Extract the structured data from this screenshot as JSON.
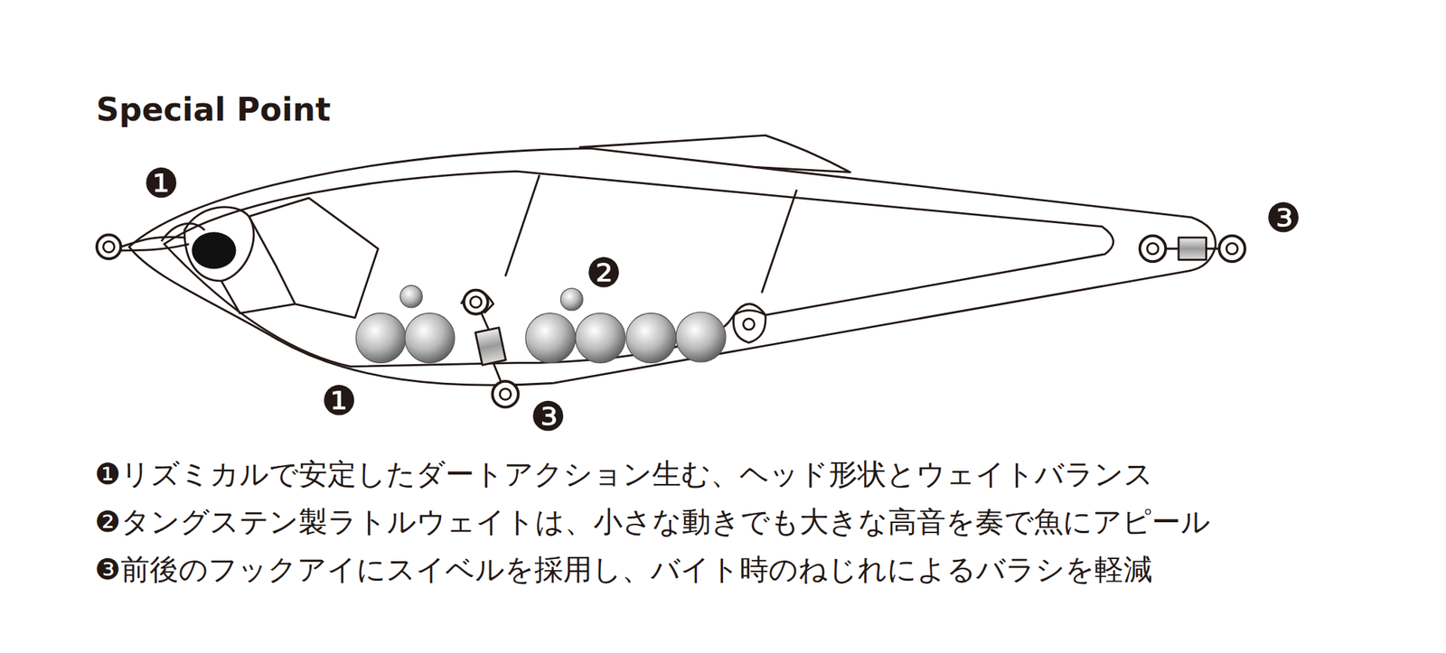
{
  "diagram": {
    "title": "Special Point",
    "labels": [
      "❶",
      "❷",
      "❸",
      "❶",
      "❸",
      "❶リズミカルで安定したダートアクション生む、ヘッド形状とウェイトバランス",
      "❷タングステン製ラトルウェイトは、小さな動きでも大きな高音を奏で魚にアピール",
      "❸前後のフックアイにスイベルを採用し、バイト時のねじれによるバラシを軽減"
    ]
  }
}
